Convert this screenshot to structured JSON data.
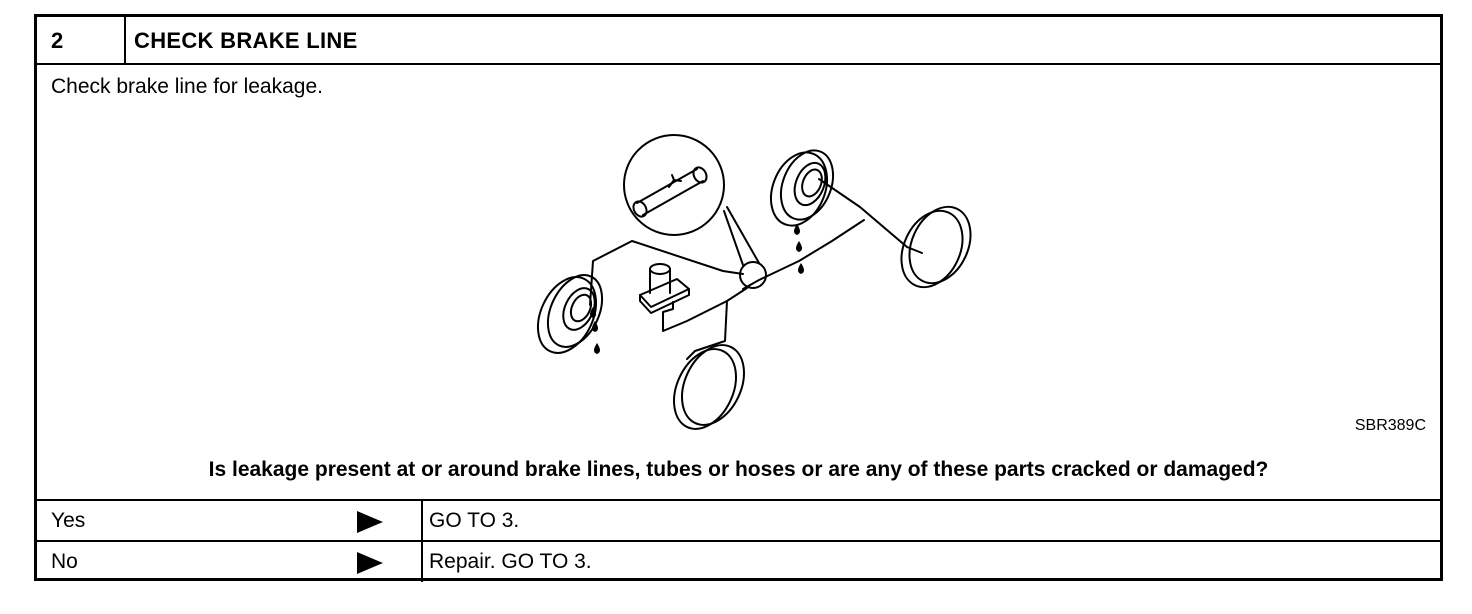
{
  "step": {
    "number": "2",
    "title": "CHECK BRAKE LINE"
  },
  "instruction": "Check brake line for leakage.",
  "figure": {
    "code": "SBR389C"
  },
  "question": "Is leakage present at or around brake lines, tubes or hoses or are any of these parts cracked or damaged?",
  "answers": [
    {
      "label": "Yes",
      "action": "GO TO 3."
    },
    {
      "label": "No",
      "action": "Repair. GO TO 3."
    }
  ]
}
